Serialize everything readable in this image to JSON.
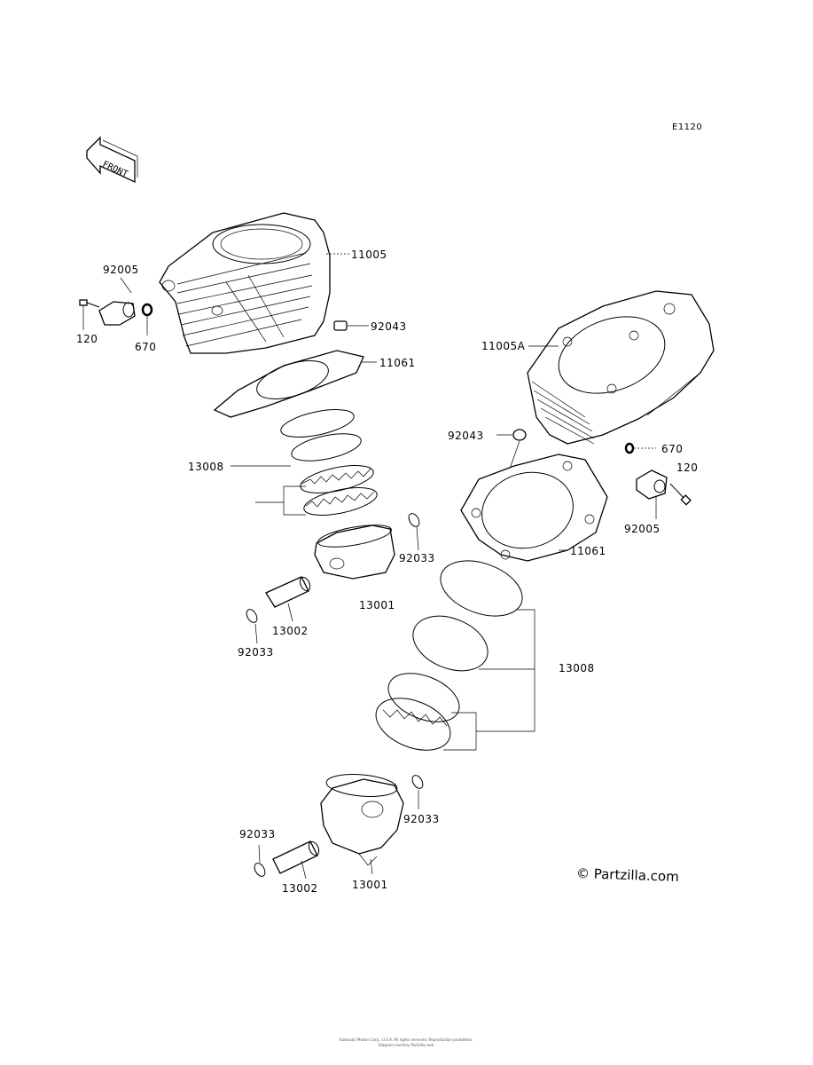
{
  "diagram_code": "E1120",
  "front_arrow_text": "FRONT",
  "watermark": "© Partzilla.com",
  "footer_line1": "Kawasaki Motors Corp., U.S.A. All rights reserved. Reproduction prohibited.",
  "footer_line2": "Diagram courtesy Partzilla.com",
  "labels": {
    "p11005": "11005",
    "p92005_left": "92005",
    "p120_left": "120",
    "p670_left": "670",
    "p92043_left": "92043",
    "p11061_left": "11061",
    "p13008_left": "13008",
    "p92033_upper": "92033",
    "p13001_upper": "13001",
    "p13002_upper": "13002",
    "p92033_left": "92033",
    "p11005A": "11005A",
    "p92043_right": "92043",
    "p670_right": "670",
    "p120_right": "120",
    "p92005_right": "92005",
    "p11061_right": "11061",
    "p13008_right": "13008",
    "p92033_lower_right": "92033",
    "p92033_lower_left": "92033",
    "p13002_lower": "13002",
    "p13001_lower": "13001"
  }
}
